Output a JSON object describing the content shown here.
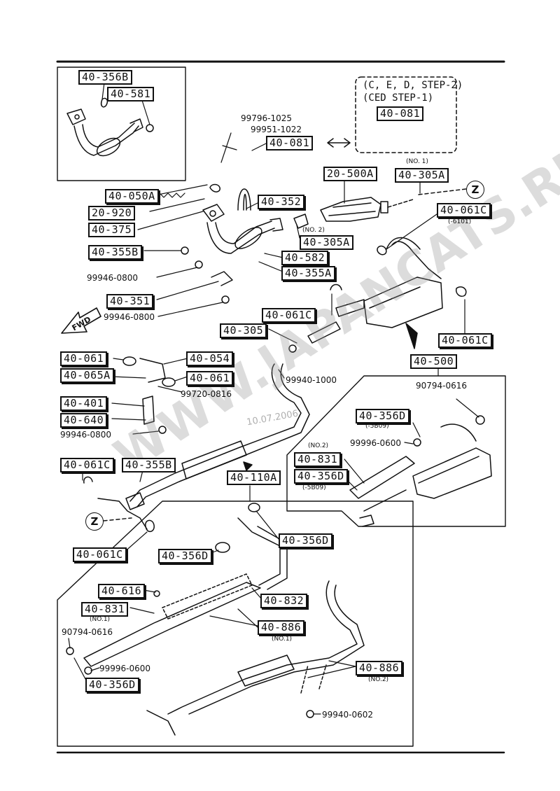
{
  "watermark": "WWW.JAPANCATS.RU",
  "date_stamp": "10.07.2006",
  "direction_label": "FWD",
  "zone_marker": "Z",
  "step_note": {
    "line1": "(C, E, D, STEP-2)",
    "line2": "(CED STEP-1)"
  },
  "labels": {
    "l_40356b": "40-356B",
    "l_40581": "40-581",
    "l_40081a": "40-081",
    "l_40081b": "40-081",
    "l_40305a_top": "40-305A",
    "l_20500a": "20-500A",
    "l_40352": "40-352",
    "l_40050a": "40-050A",
    "l_20920": "20-920",
    "l_40375": "40-375",
    "l_40355b_a": "40-355B",
    "l_40305a_b": "40-305A",
    "l_40582": "40-582",
    "l_40355a": "40-355A",
    "l_40061c_a": "40-061C",
    "l_40351": "40-351",
    "l_40061c_b": "40-061C",
    "l_40305": "40-305",
    "l_40061c_c": "40-061C",
    "l_40500": "40-500",
    "l_40061a": "40-061",
    "l_40054": "40-054",
    "l_40065a": "40-065A",
    "l_40061b": "40-061",
    "l_40401": "40-401",
    "l_40640": "40-640",
    "l_40356d_a": "40-356D",
    "l_40831_a": "40-831",
    "l_40356d_b": "40-356D",
    "l_40061c_d": "40-061C",
    "l_40355b_b": "40-355B",
    "l_40110a": "40-110A",
    "l_40061c_e": "40-061C",
    "l_40356d_c": "40-356D",
    "l_40356d_d": "40-356D",
    "l_40616": "40-616",
    "l_40832": "40-832",
    "l_40831_b": "40-831",
    "l_40886_a": "40-886",
    "l_40356d_e": "40-356D",
    "l_40886_b": "40-886"
  },
  "part_numbers": {
    "p1": "99796-1025",
    "p2": "99951-1022",
    "p3": "99946-0800",
    "p4": "99946-0800",
    "p5": "99940-1000",
    "p6": "99720-0816",
    "p7": "99946-0800",
    "p8": "90794-0616",
    "p9": "99996-0600",
    "p10": "90794-0616",
    "p11": "99996-0600",
    "p12": "99940-0602"
  },
  "notes": {
    "n_no1_top": "(NO. 1)",
    "n_no2_a": "(NO. 2)",
    "n_6101": "(-6101)",
    "n_5b09_a": "(-5B09)",
    "n_no2_b": "(NO.2)",
    "n_5b09_b": "(-5B09)",
    "n_no1_b": "(NO.1)",
    "n_no1_c": "(NO.1)",
    "n_no2_c": "(NO.2)"
  }
}
